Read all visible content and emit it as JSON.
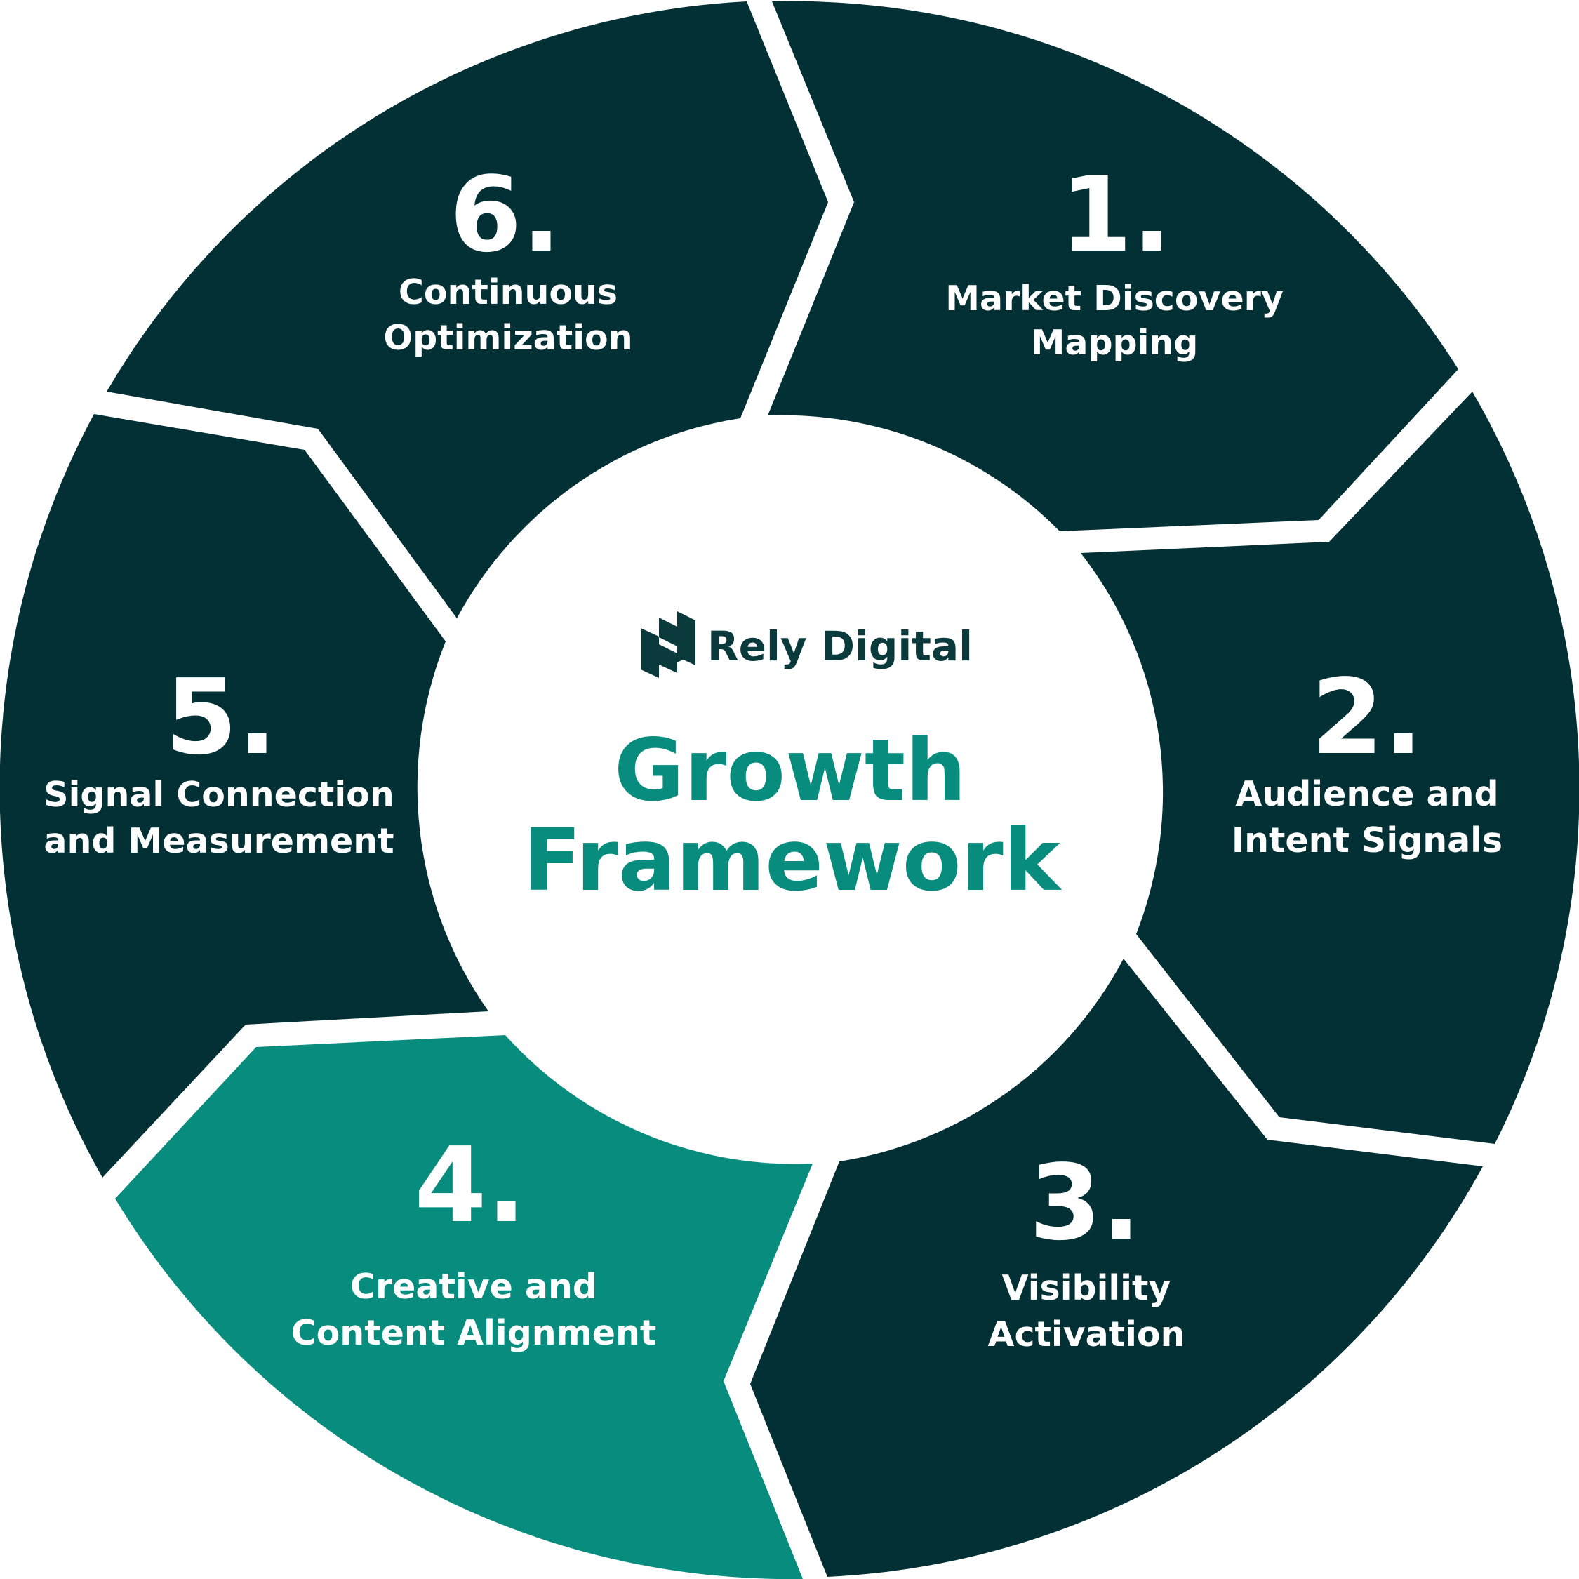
{
  "brand": {
    "name": "Rely Digital",
    "logo_icon": "rely-digital-logo-icon"
  },
  "center": {
    "title_line1": "Growth",
    "title_line2": "Framework"
  },
  "colors": {
    "dark_segment": "#033035",
    "highlight_segment": "#078C7E",
    "title_teal": "#078C7E",
    "brand_dark": "#0B3A3C",
    "background": "#FFFFFF"
  },
  "steps": [
    {
      "number": "1.",
      "line1": "Market Discovery",
      "line2": "Mapping",
      "highlighted": false
    },
    {
      "number": "2.",
      "line1": "Audience and",
      "line2": "Intent Signals",
      "highlighted": false
    },
    {
      "number": "3.",
      "line1": "Visibility",
      "line2": "Activation",
      "highlighted": false
    },
    {
      "number": "4.",
      "line1": "Creative and",
      "line2": "Content Alignment",
      "highlighted": true
    },
    {
      "number": "5.",
      "line1": "Signal Connection",
      "line2": "and Measurement",
      "highlighted": false
    },
    {
      "number": "6.",
      "line1": "Continuous",
      "line2": "Optimization",
      "highlighted": false
    }
  ]
}
